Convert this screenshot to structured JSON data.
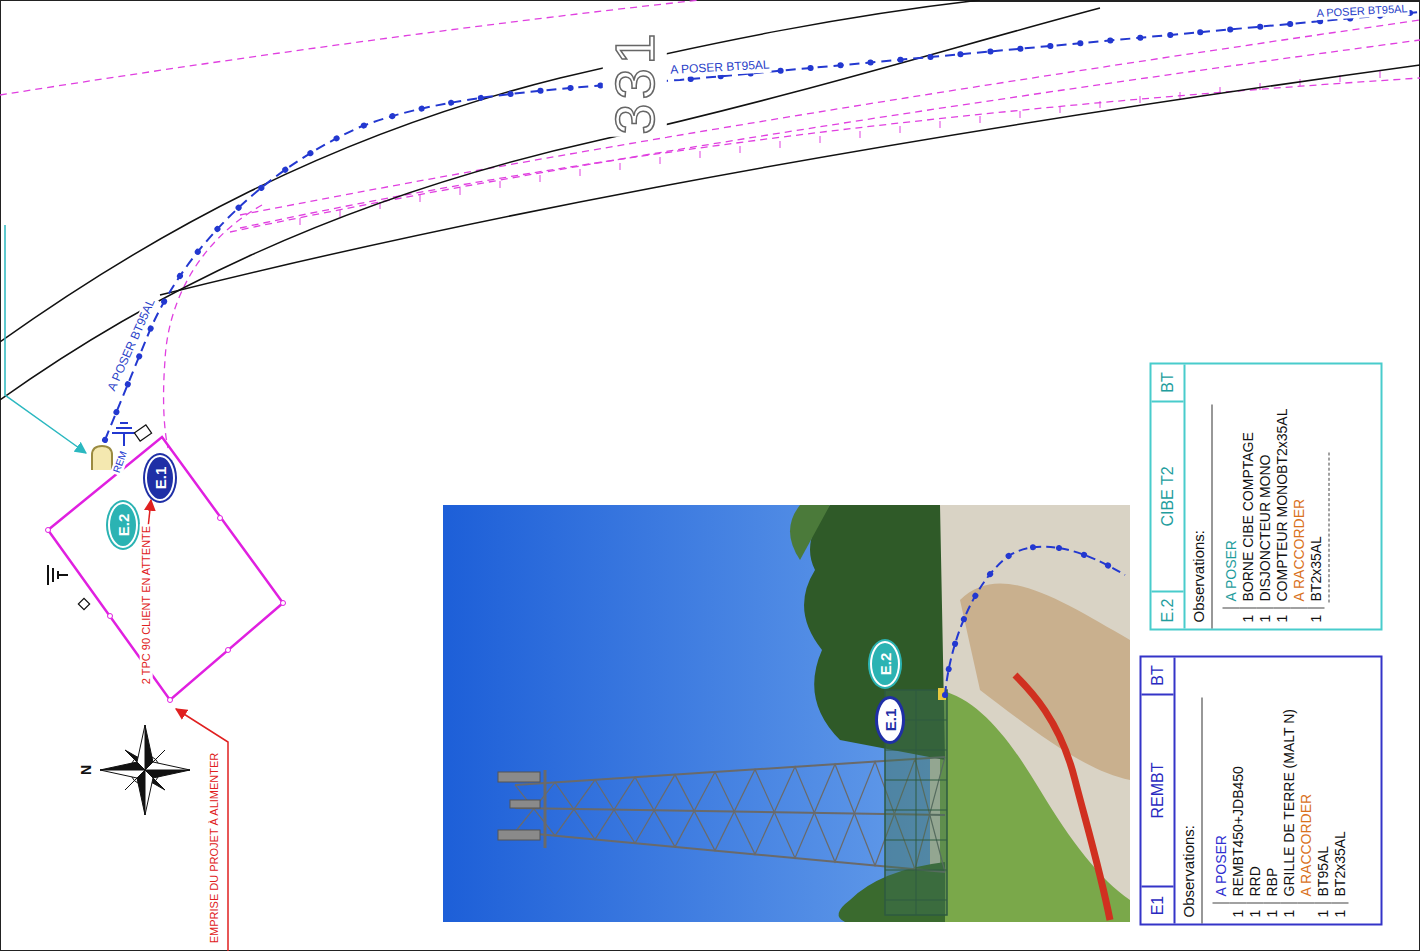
{
  "diagram": {
    "nodes": [
      {
        "text": [
          "E.1"
        ]
      },
      {
        "text": [
          "E.2"
        ]
      },
      {
        "text": [
          "E.1"
        ]
      },
      {
        "text": [
          "E.2"
        ]
      },
      {
        "text": [
          "E.2",
          "CIBE T2",
          "BT",
          "Observations:",
          "A POSER",
          "1",
          "BORNE CIBE COMPTAGE",
          "1",
          "DISJONCTEUR MONO",
          "1",
          "COMPTEUR MONOBT2x35AL",
          "A RACCORDER",
          "1",
          "BT2x35AL"
        ]
      },
      {
        "text": [
          "E1",
          "REMBT",
          "BT",
          "Observations:",
          "A POSER",
          "1",
          "REMBT450+JDB450",
          "1",
          "RRD",
          "1",
          "RBP",
          "1",
          "GRILLE DE TERRE (MALT N)",
          "A RACCORDER",
          "1",
          "BT95AL",
          "1",
          "BT2x35AL"
        ]
      }
    ],
    "labels": [
      "A POSER BT95AL",
      "331",
      "A POSER BT95AL",
      "A POSER BT95AL",
      "REM",
      "2 TPC 90 CLIENT EN ATTENTE",
      "EMPRISE DU PROJET À ALIMENTER",
      "N"
    ]
  }
}
